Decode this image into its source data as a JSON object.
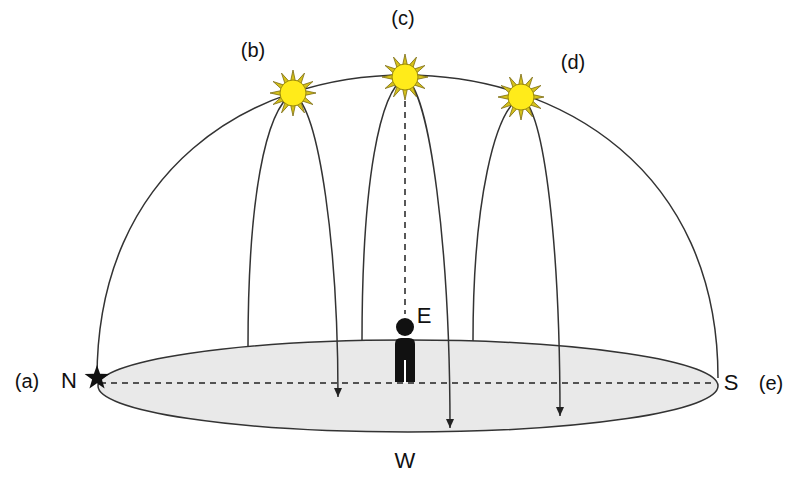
{
  "diagram": {
    "labels": [
      "(b)",
      "(c)",
      "(d)",
      "E",
      "(a)",
      "N",
      "S",
      "(e)",
      "W"
    ]
  }
}
